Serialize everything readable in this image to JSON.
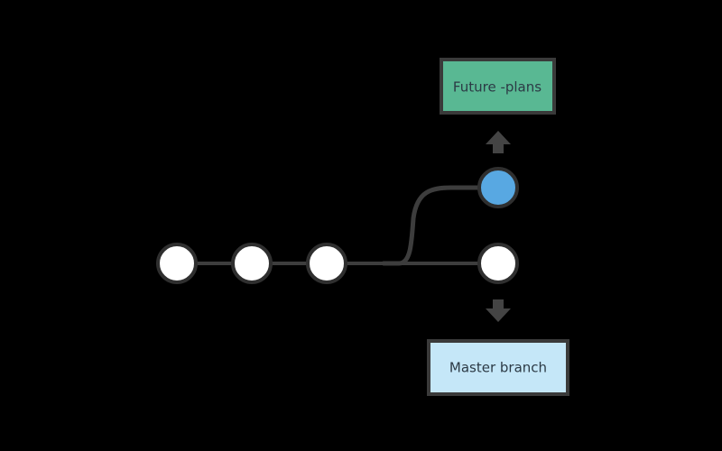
{
  "diagram": {
    "branches": {
      "feature": {
        "label": "Future -plans",
        "fill_color": "#59b893",
        "commit_color": "#58a8e2"
      },
      "master": {
        "label": "Master branch",
        "fill_color": "#c5e7f8",
        "commit_color": "#ffffff"
      }
    },
    "master_commit_count": 4,
    "feature_commit_count": 1,
    "colors": {
      "background": "#000000",
      "line": "#3d3d3d",
      "node_stroke": "#2f2f2f",
      "box_border": "#3a3a3a",
      "arrow": "#444444"
    },
    "icons": {
      "branch_arrow": "arrow-up-icon"
    }
  }
}
